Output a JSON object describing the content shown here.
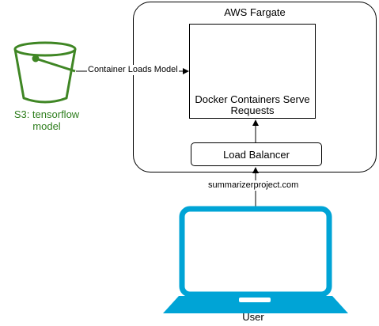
{
  "diagram": {
    "fargate_title": "AWS Fargate",
    "containers_label": "Docker Containers Serve Requests",
    "load_balancer_label": "Load Balancer",
    "s3_label": "S3: tensorflow model",
    "edge_model_label": "Container Loads Model",
    "edge_domain_label": "summarizerproject.com",
    "user_label": "User"
  },
  "colors": {
    "s3_green": "#3f8624",
    "docker_blue": "#1d91e6",
    "laptop_blue": "#00a4d6",
    "line": "#000000"
  },
  "icons": [
    "s3-bucket-icon",
    "docker-whale-icon",
    "laptop-icon"
  ]
}
